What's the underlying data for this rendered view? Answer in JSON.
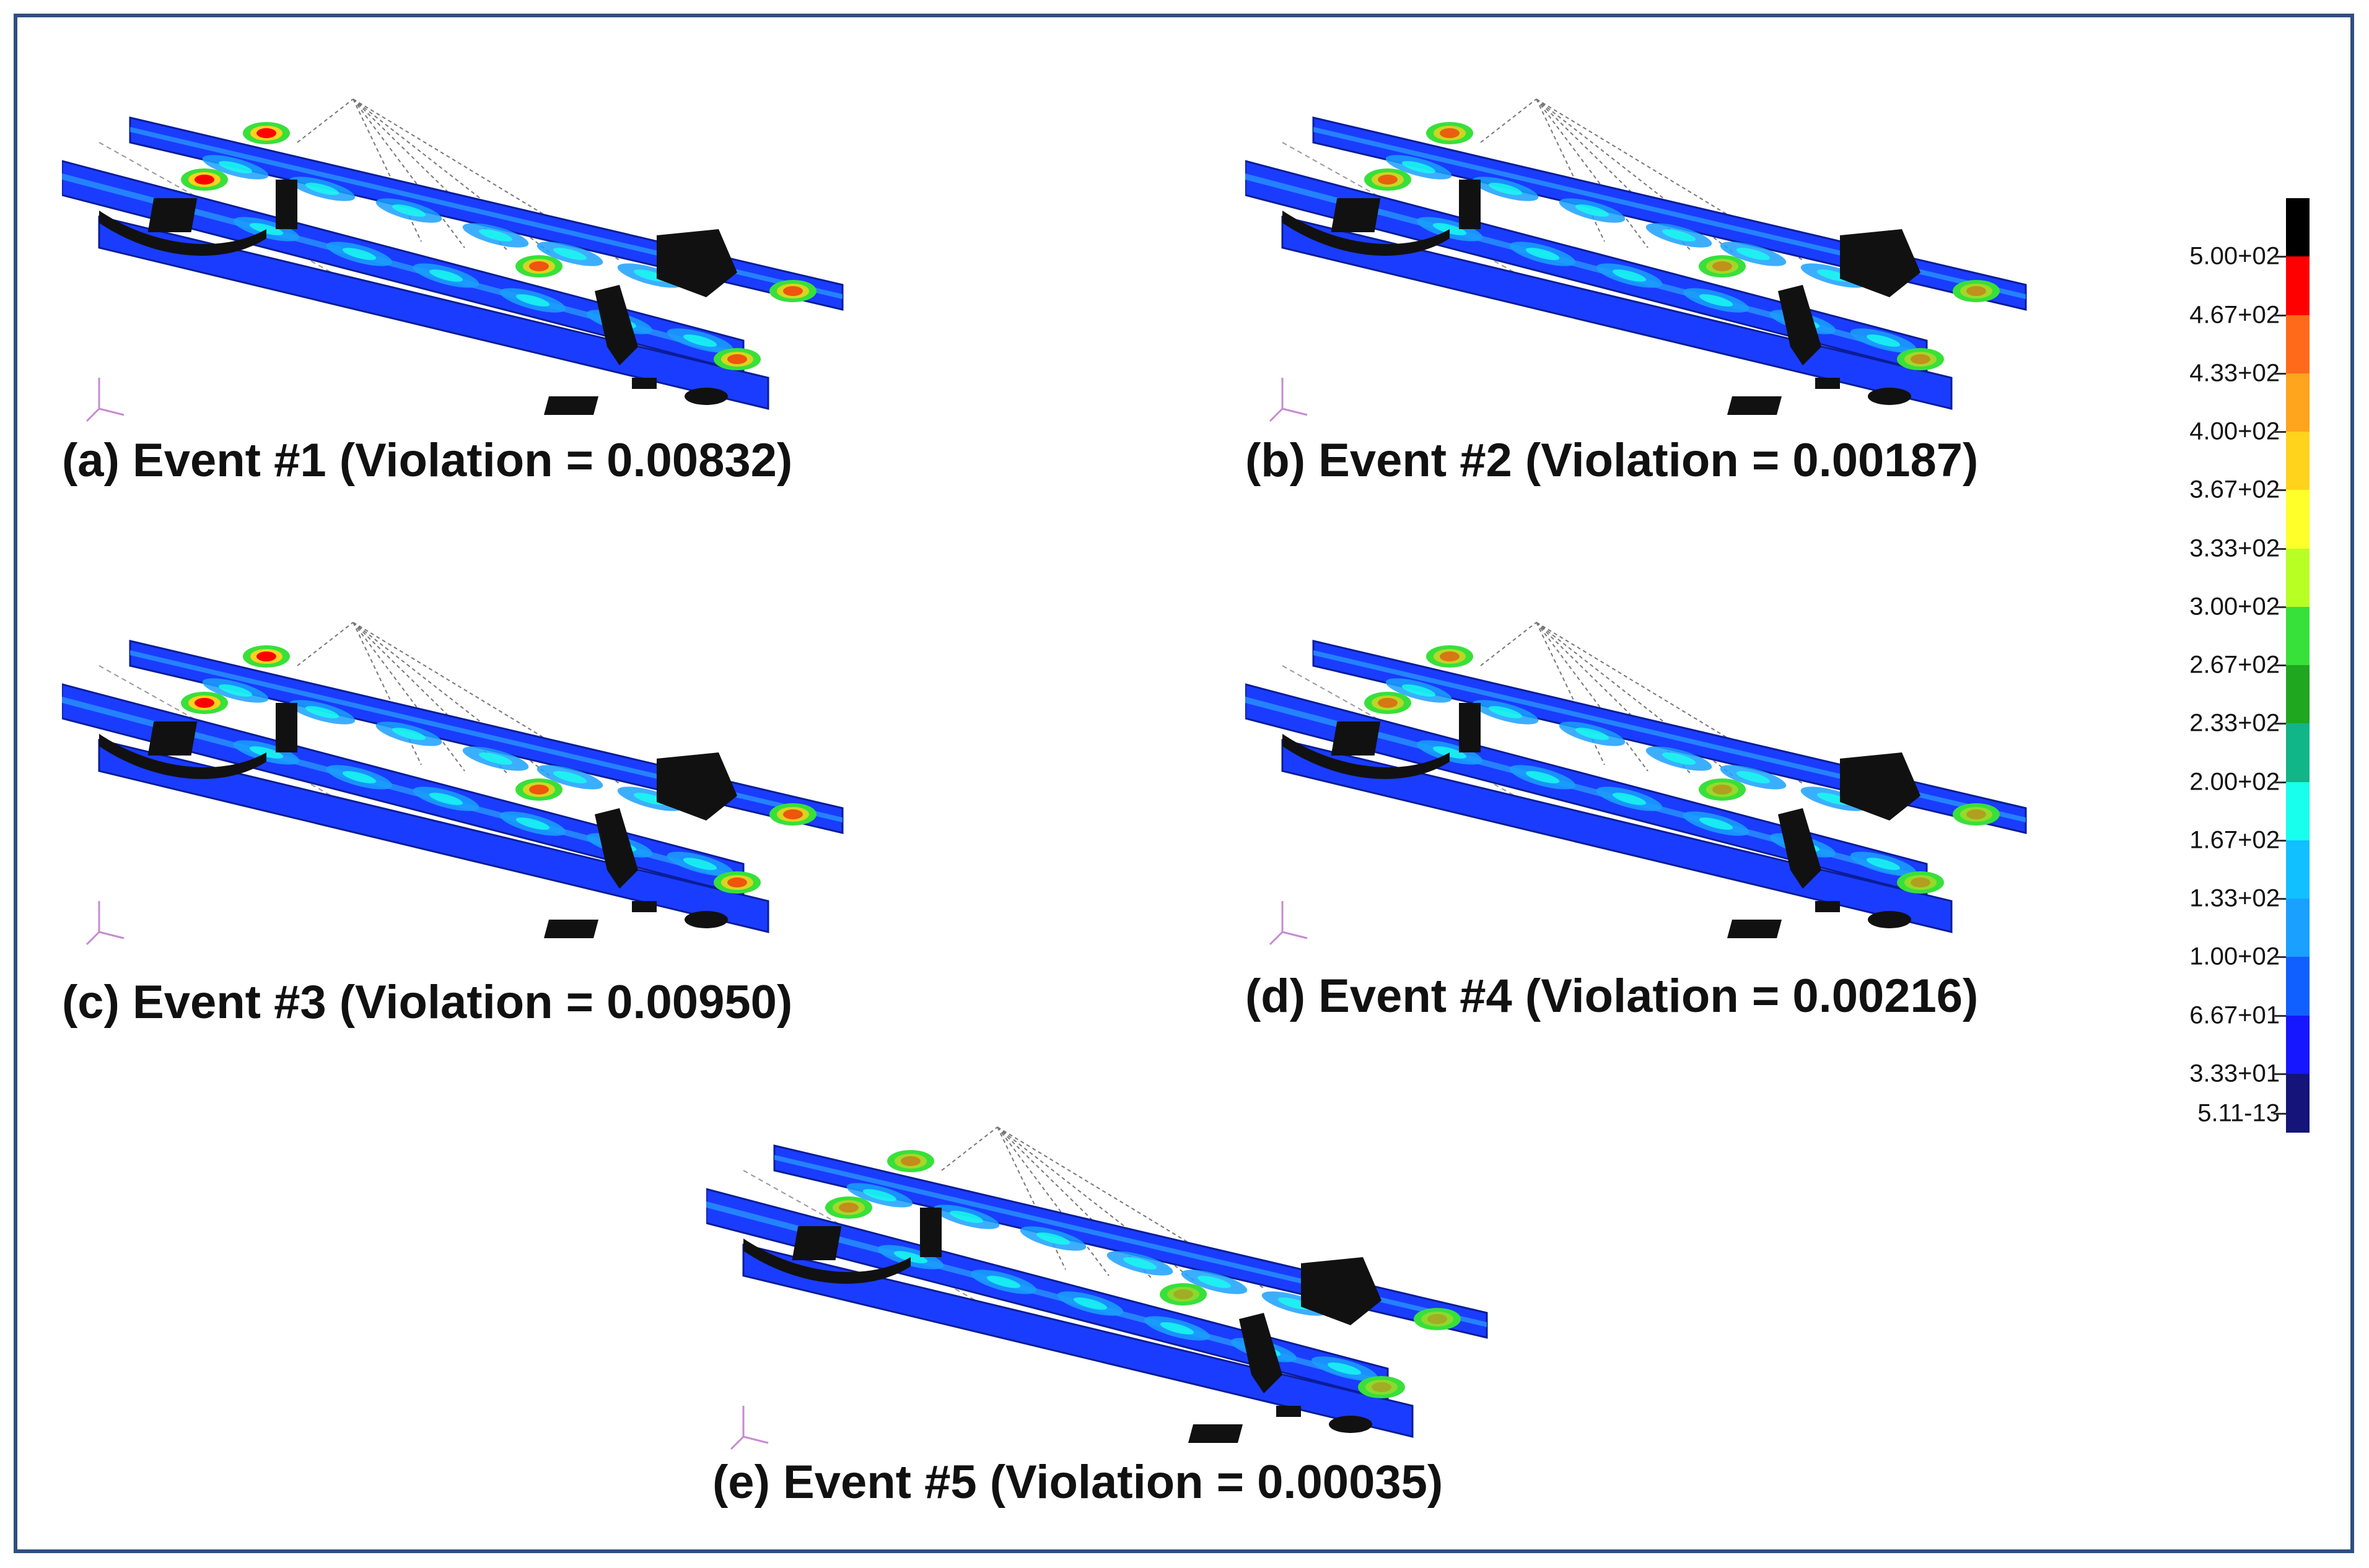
{
  "panels": [
    {
      "id": "a",
      "caption": "(a) Event #1 (Violation = 0.00832)"
    },
    {
      "id": "b",
      "caption": "(b) Event #2 (Violation = 0.00187)"
    },
    {
      "id": "c",
      "caption": "(c) Event #3 (Violation = 0.00950)"
    },
    {
      "id": "d",
      "caption": "(d) Event #4 (Violation = 0.00216)"
    },
    {
      "id": "e",
      "caption": "(e) Event #5 (Violation = 0.00035)"
    }
  ],
  "legend": {
    "labels": [
      "5.00+02",
      "4.67+02",
      "4.33+02",
      "4.00+02",
      "3.67+02",
      "3.33+02",
      "3.00+02",
      "2.67+02",
      "2.33+02",
      "2.00+02",
      "1.67+02",
      "1.33+02",
      "1.00+02",
      "6.67+01",
      "3.33+01",
      "5.11-13"
    ],
    "colors": [
      "#000000",
      "#ff0000",
      "#ff6a1a",
      "#ffa41c",
      "#ffd21c",
      "#ffff2a",
      "#b8ff24",
      "#38e03a",
      "#1ea71f",
      "#10b588",
      "#18ffee",
      "#10c0ff",
      "#1aa0ff",
      "#1060ff",
      "#1717ff",
      "#14147a"
    ]
  }
}
